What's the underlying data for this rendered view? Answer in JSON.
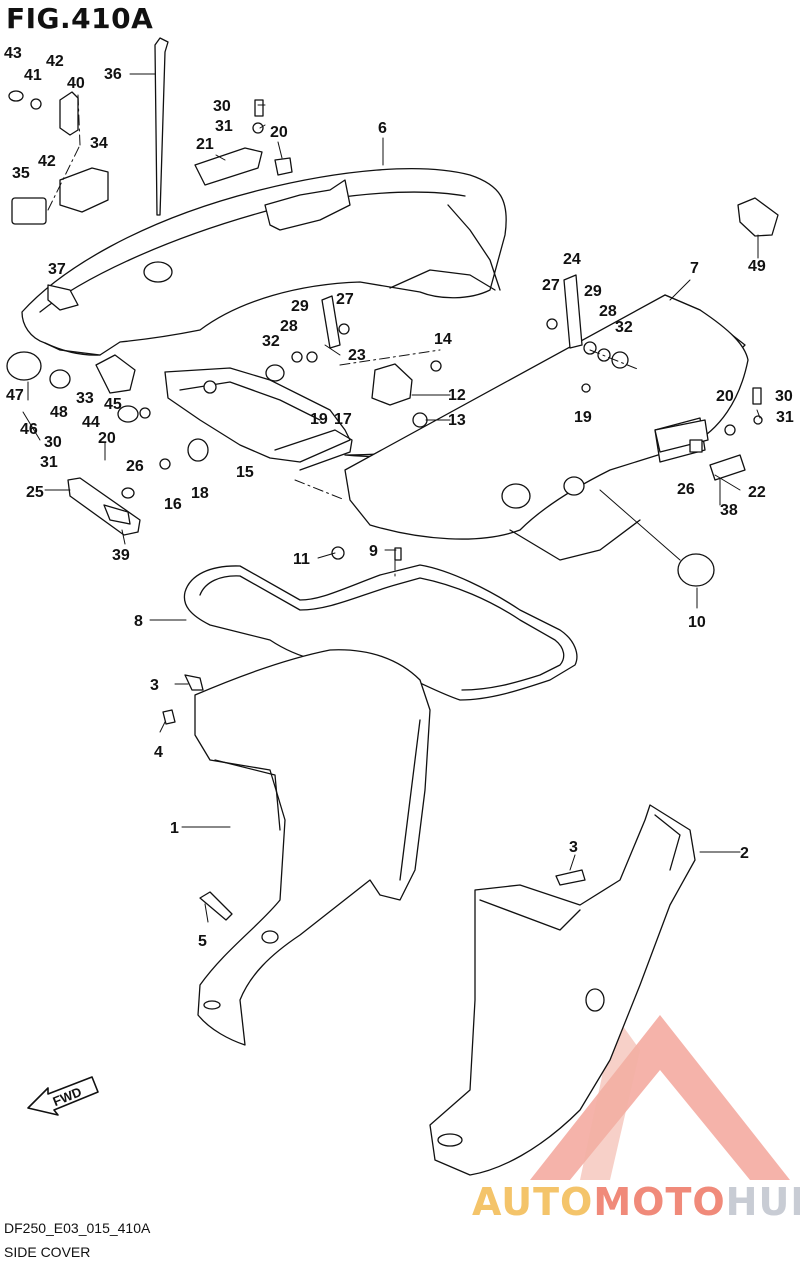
{
  "figure": {
    "title": "FIG.410A",
    "code": "DF250_E03_015_410A",
    "name": "SIDE COVER",
    "fwd_label": "FWD"
  },
  "callouts": [
    {
      "id": "43",
      "text": "43"
    },
    {
      "id": "41",
      "text": "41"
    },
    {
      "id": "42a",
      "text": "42"
    },
    {
      "id": "40",
      "text": "40"
    },
    {
      "id": "36",
      "text": "36"
    },
    {
      "id": "42b",
      "text": "42"
    },
    {
      "id": "34",
      "text": "34"
    },
    {
      "id": "35",
      "text": "35"
    },
    {
      "id": "37",
      "text": "37"
    },
    {
      "id": "30a",
      "text": "30"
    },
    {
      "id": "31a",
      "text": "31"
    },
    {
      "id": "20a",
      "text": "20"
    },
    {
      "id": "21",
      "text": "21"
    },
    {
      "id": "6",
      "text": "6"
    },
    {
      "id": "49",
      "text": "49"
    },
    {
      "id": "24",
      "text": "24"
    },
    {
      "id": "7",
      "text": "7"
    },
    {
      "id": "27a",
      "text": "27"
    },
    {
      "id": "29a",
      "text": "29"
    },
    {
      "id": "28a",
      "text": "28"
    },
    {
      "id": "32a",
      "text": "32"
    },
    {
      "id": "29b",
      "text": "29"
    },
    {
      "id": "27b",
      "text": "27"
    },
    {
      "id": "28b",
      "text": "28"
    },
    {
      "id": "32b",
      "text": "32"
    },
    {
      "id": "23",
      "text": "23"
    },
    {
      "id": "14",
      "text": "14"
    },
    {
      "id": "47",
      "text": "47"
    },
    {
      "id": "33",
      "text": "33"
    },
    {
      "id": "48",
      "text": "48"
    },
    {
      "id": "12",
      "text": "12"
    },
    {
      "id": "20b",
      "text": "20"
    },
    {
      "id": "30b",
      "text": "30"
    },
    {
      "id": "45",
      "text": "45"
    },
    {
      "id": "19a",
      "text": "19"
    },
    {
      "id": "17",
      "text": "17"
    },
    {
      "id": "13",
      "text": "13"
    },
    {
      "id": "19b",
      "text": "19"
    },
    {
      "id": "31b",
      "text": "31"
    },
    {
      "id": "44",
      "text": "44"
    },
    {
      "id": "46",
      "text": "46"
    },
    {
      "id": "30c",
      "text": "30"
    },
    {
      "id": "20c",
      "text": "20"
    },
    {
      "id": "31c",
      "text": "31"
    },
    {
      "id": "26a",
      "text": "26"
    },
    {
      "id": "15",
      "text": "15"
    },
    {
      "id": "26b",
      "text": "26"
    },
    {
      "id": "22",
      "text": "22"
    },
    {
      "id": "25",
      "text": "25"
    },
    {
      "id": "16",
      "text": "16"
    },
    {
      "id": "18",
      "text": "18"
    },
    {
      "id": "38",
      "text": "38"
    },
    {
      "id": "39",
      "text": "39"
    },
    {
      "id": "11",
      "text": "11"
    },
    {
      "id": "9",
      "text": "9"
    },
    {
      "id": "10",
      "text": "10"
    },
    {
      "id": "8",
      "text": "8"
    },
    {
      "id": "3a",
      "text": "3"
    },
    {
      "id": "4",
      "text": "4"
    },
    {
      "id": "1",
      "text": "1"
    },
    {
      "id": "3b",
      "text": "3"
    },
    {
      "id": "2",
      "text": "2"
    },
    {
      "id": "5",
      "text": "5"
    }
  ],
  "watermark": {
    "part1": "AUTO",
    "part2": "MOTO",
    "part3": "HUB"
  }
}
